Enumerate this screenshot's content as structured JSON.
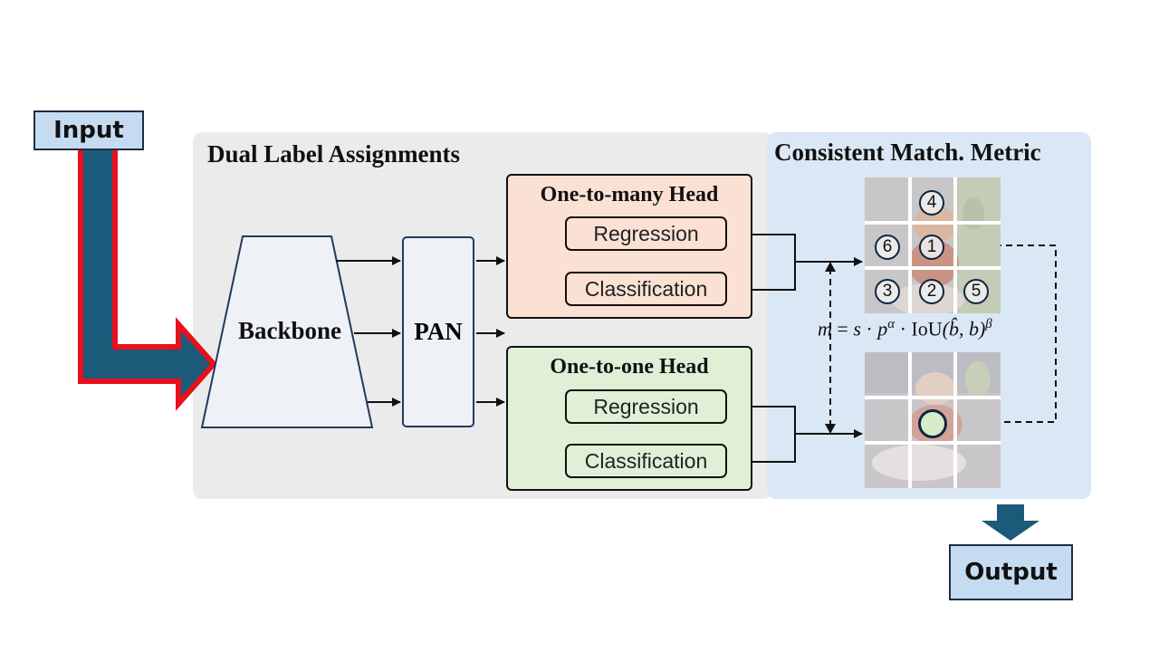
{
  "input": {
    "label": "Input"
  },
  "output": {
    "label": "Output"
  },
  "dual_panel": {
    "title": "Dual Label Assignments"
  },
  "metric_panel": {
    "title": "Consistent Match. Metric"
  },
  "backbone": {
    "label": "Backbone"
  },
  "pan": {
    "label": "PAN"
  },
  "one_to_many": {
    "title": "One-to-many Head",
    "regression": "Regression",
    "classification": "Classification"
  },
  "one_to_one": {
    "title": "One-to-one Head",
    "regression": "Regression",
    "classification": "Classification"
  },
  "formula": {
    "lhs": "m",
    "eq": " = ",
    "s": "s",
    "dot": " · ",
    "p": "p",
    "alpha": "α",
    "iou": "IoU",
    "args": "(b̂, b)",
    "beta": "β"
  },
  "grid_numbers": [
    "4",
    "6",
    "1",
    "3",
    "2",
    "5"
  ],
  "colors": {
    "arrow_fill": "#1c5a7a",
    "arrow_outline": "#e8101c",
    "one_to_many_fill": "#fbe1d3",
    "one_to_one_fill": "#dff0d6",
    "panel_left": "#ebebeb",
    "panel_right": "#dae8f5"
  }
}
